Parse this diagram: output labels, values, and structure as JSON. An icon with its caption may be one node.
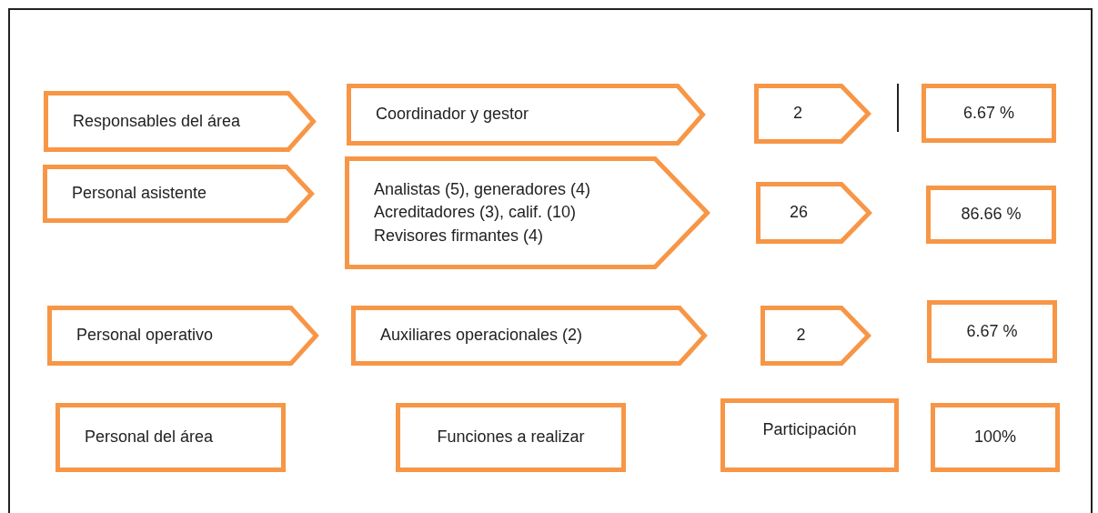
{
  "diagram": {
    "nodes": [
      {
        "text": [
          "Responsables del área"
        ]
      },
      {
        "text": [
          "Coordinador y gestor"
        ]
      },
      {
        "text": [
          "2"
        ]
      },
      {
        "text": [
          "6.67 %"
        ]
      },
      {
        "text": [
          "Personal asistente"
        ]
      },
      {
        "text": [
          "Analistas (5), generadores (4) Acreditadores (3), calif. (10) Revisores firmantes (4)"
        ]
      },
      {
        "text": [
          "26"
        ]
      },
      {
        "text": [
          "86.66 %"
        ]
      },
      {
        "text": [
          "Personal operativo"
        ]
      },
      {
        "text": [
          "Auxiliares operacionales (2)"
        ]
      },
      {
        "text": [
          "2"
        ]
      },
      {
        "text": [
          "6.67 %"
        ]
      },
      {
        "text": [
          "Personal del área"
        ]
      },
      {
        "text": [
          "Funciones a realizar"
        ]
      },
      {
        "text": [
          "Participación"
        ]
      },
      {
        "text": [
          "100%"
        ]
      }
    ]
  }
}
